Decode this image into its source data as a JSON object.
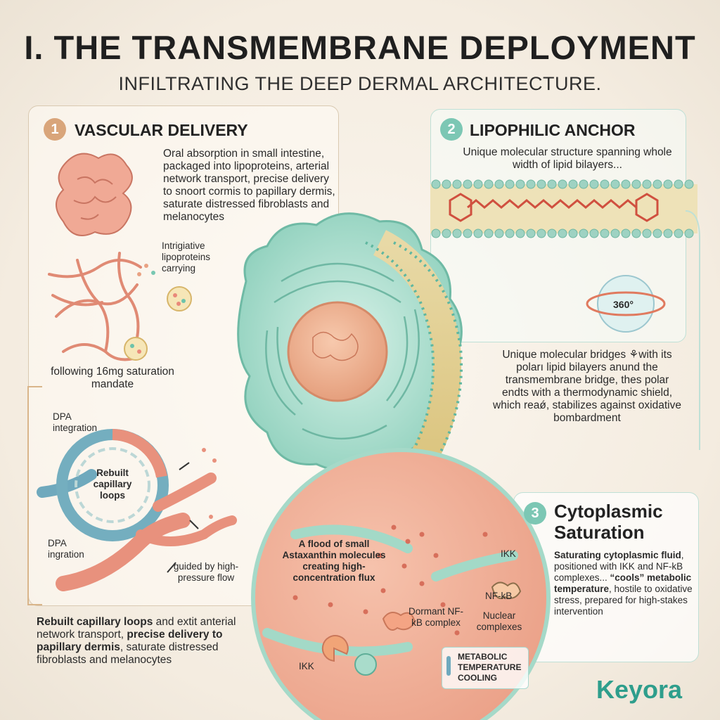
{
  "header": {
    "title": "I. THE TRANSMEMBRANE DEPLOYMENT",
    "subtitle": "INFILTRATING THE DEEP DERMAL ARCHITECTURE."
  },
  "section1": {
    "number": "1",
    "title": "VASCULAR DELIVERY",
    "description": "Oral absorption in small intestine, packaged into lipoproteins, arterial network transport, precise delivery to snoort cormis to papillary dermis, saturate distressed fibroblasts and melanocytes",
    "lipoprotein_label": "Intrigiative lipoproteins carrying",
    "saturation_label": "following 16mg saturation mandate",
    "dpa_integration": "DPA integration",
    "rebuilt_loops": "Rebuilt capillary loops",
    "dpa_ingration": "DPA ingration",
    "guided_label": "guided by high-pressure flow",
    "bottom_bold1": "Rebuilt capillary loops",
    "bottom_text1": " and extit anterial network transport, ",
    "bottom_bold2": "precise delivery to papillary dermis",
    "bottom_text2": ", saturate distressed fibroblasts and melanocytes"
  },
  "section2": {
    "number": "2",
    "title": "LIPOPHILIC ANCHOR",
    "description": "Unique molecular structure spanning whole width of lipid bilayers...",
    "rotation_label": "360°",
    "bridge_text": "Unique molecular bridges ⚘with its poları lipid bilayers anund the transmembrane bridge, thes polar endts with a thermodynamic shield, which reaǿ, stabilizes against oxidative bombardment"
  },
  "section3": {
    "number": "3",
    "title_line1": "Cytoplasmic",
    "title_line2": "Saturation",
    "text_bold1": "Saturating cytoplasmic fluid",
    "text1": ", positioned with IKK and NF-kB complexes...",
    "text_bold2": "“cools” metabolic temperature",
    "text2": ", hostile to oxidative stress, prepared for high-stakes intervention"
  },
  "cytoplasm": {
    "flood_label": "A flood of small Astaxanthin molecules creating high-concentration flux",
    "ikk_top": "IKK",
    "nfkb": "NF-kB",
    "nuclear": "Nuclear complexes",
    "dormant": "Dormant NF-kB complex",
    "ikk_bottom": "IKK",
    "cooling": "METABOLIC TEMPERATURE COOLING"
  },
  "brand": {
    "logo_text": "Keyora",
    "logo_color": "#2e9e8c"
  },
  "colors": {
    "section1": "#d9a57a",
    "section2": "#7cc7b4",
    "section3": "#7cc7b4",
    "cell": "#a9dccb",
    "vessel": "#e8907c"
  }
}
